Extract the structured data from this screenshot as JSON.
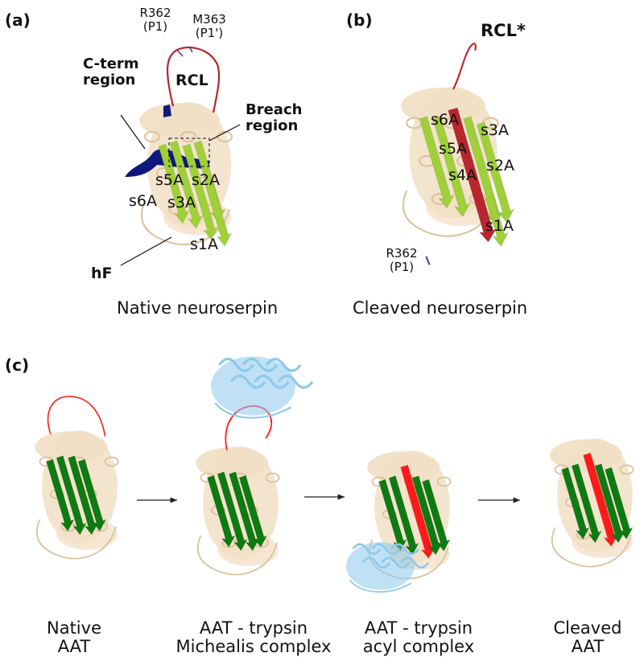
{
  "colors": {
    "tan": "#f1dfc4",
    "tan_stroke": "#dcc29c",
    "lime": "#9fd03a",
    "navy": "#10187f",
    "rcl_red": "#b8262e",
    "bright_red": "#ff1a1a",
    "dark_green": "#0e7a12",
    "light_blue": "#8dc8ec"
  },
  "panel_a": {
    "label": "(a)",
    "p1_residue": "R362",
    "p1_tag": "(P1)",
    "p1prime_residue": "M363",
    "p1prime_tag": "(P1')",
    "rcl": "RCL",
    "cterm_line1": "C-term",
    "cterm_line2": "region",
    "breach_line1": "Breach",
    "breach_line2": "region",
    "s5A": "s5A",
    "s2A": "s2A",
    "s6A": "s6A",
    "s3A": "s3A",
    "s1A": "s1A",
    "hF": "hF",
    "caption": "Native neuroserpin"
  },
  "panel_b": {
    "label": "(b)",
    "rcl_star": "RCL*",
    "s6A": "s6A",
    "s3A": "s3A",
    "s5A": "s5A",
    "s2A": "s2A",
    "s4A": "s4A",
    "s1A": "s1A",
    "p1_residue": "R362",
    "p1_tag": "(P1)",
    "caption": "Cleaved neuroserpin"
  },
  "panel_c": {
    "label": "(c)",
    "captions": [
      {
        "line1": "Native",
        "line2": "AAT"
      },
      {
        "line1": "AAT - trypsin",
        "line2": "Michealis complex"
      },
      {
        "line1": "AAT - trypsin",
        "line2": "acyl complex"
      },
      {
        "line1": "Cleaved",
        "line2": "AAT"
      }
    ]
  }
}
